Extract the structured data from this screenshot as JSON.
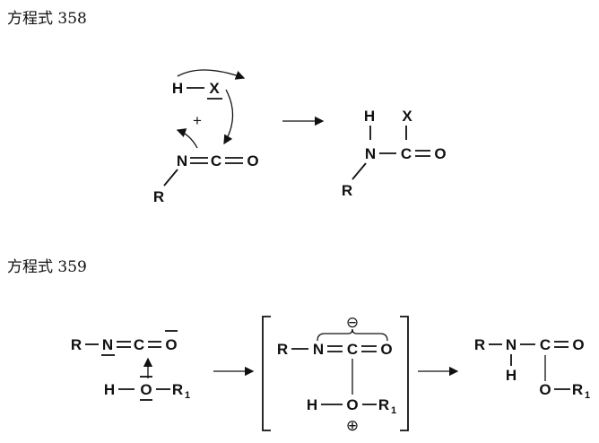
{
  "eq358": {
    "label": "方程式 358",
    "reactant": {
      "H": "H",
      "X": "X",
      "plus": "+",
      "N": "N",
      "C": "C",
      "O": "O",
      "R": "R"
    },
    "product": {
      "H": "H",
      "X": "X",
      "N": "N",
      "C": "C",
      "O": "O",
      "R": "R"
    }
  },
  "eq359": {
    "label": "方程式 359",
    "reactant": {
      "R": "R",
      "N": "N",
      "C": "C",
      "O": "O",
      "H": "H",
      "O2": "O",
      "R1": "R",
      "R1_sub": "1"
    },
    "intermediate": {
      "R": "R",
      "N": "N",
      "C": "C",
      "O": "O",
      "H": "H",
      "O2": "O",
      "R1": "R",
      "R1_sub": "1",
      "minus": "⊖",
      "plus": "⊕"
    },
    "product": {
      "R": "R",
      "N": "N",
      "C": "C",
      "O": "O",
      "H": "H",
      "O2": "O",
      "R1": "R",
      "R1_sub": "1"
    }
  }
}
